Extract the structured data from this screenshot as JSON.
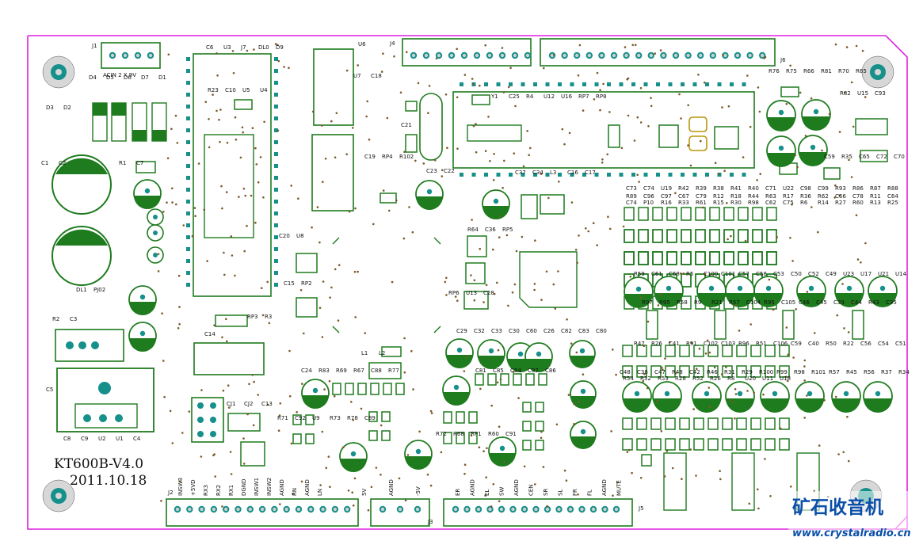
{
  "board": {
    "title": "KT600B-V4.0",
    "date": "2011.10.18",
    "outline_color": "#e020e0",
    "silk_color": "#1e7b1e",
    "pad_color": "#15908a",
    "via_color": "#7a5a2a"
  },
  "watermark": {
    "cn": "矿石收音机",
    "url": "www.crystalradio.cn",
    "color": "#0b4fa8"
  },
  "connectors": {
    "j1_name": "J1",
    "j1_pins": "ACIN  2  X  9V",
    "j2_name": "J2",
    "j2_pins": [
      "INSW3",
      "+5VD",
      "RX3",
      "RX2",
      "RX1",
      "DGND",
      "INSW1",
      "INSW2",
      "AGND",
      "RN",
      "AGND",
      "LN"
    ],
    "j3_name": "J3",
    "j3_pins": [
      "5V",
      "AGND",
      "-5V"
    ],
    "j4_name": "J4",
    "j5_name": "J5",
    "j5_pins": [
      "ER",
      "AGND",
      "EL",
      "SW",
      "AGND",
      "CEN",
      "SR",
      "SL",
      "FR",
      "FL",
      "AGND",
      "MUTE"
    ],
    "j6_name": "J6",
    "j7_name": "J7"
  },
  "labels": [
    "D4",
    "D5",
    "D6",
    "D7",
    "D1",
    "D3",
    "D2",
    "C1",
    "C2",
    "R1",
    "C7",
    "DL1",
    "PJ02",
    "R2",
    "C3",
    "C5",
    "C8",
    "C9",
    "U2",
    "U1",
    "C4",
    "C6",
    "U3",
    "J7",
    "DL0",
    "D9",
    "R23",
    "C10",
    "U5",
    "U4",
    "C14",
    "CJ1",
    "CJ2",
    "C13",
    "U6",
    "U7",
    "C18",
    "C19",
    "RP4",
    "R102",
    "C20",
    "U8",
    "C15",
    "RP2",
    "RP3",
    "R3",
    "L1",
    "L2",
    "C21",
    "C23",
    "C22",
    "Y1",
    "C25",
    "R4",
    "U12",
    "U16",
    "RP7",
    "RP8",
    "C37",
    "C34",
    "L3",
    "C16",
    "C17",
    "R64",
    "C36",
    "RP5",
    "RP6",
    "U13",
    "C28",
    "C29",
    "C32",
    "C33",
    "C30",
    "C60",
    "C26",
    "C82",
    "C83",
    "C80",
    "C81",
    "C85",
    "C84",
    "C87",
    "C86",
    "C24",
    "R83",
    "R69",
    "R67",
    "C88",
    "R77",
    "R71",
    "C92",
    "U9",
    "R73",
    "R78",
    "C89",
    "R72",
    "R68",
    "RP1",
    "R60",
    "C91",
    "R76",
    "R75",
    "R66",
    "R81",
    "R70",
    "R65",
    "R82",
    "U15",
    "C93",
    "C59",
    "R35",
    "C65",
    "C72",
    "C70",
    "C73",
    "C74",
    "U19",
    "R42",
    "R39",
    "R38",
    "R41",
    "R40",
    "C71",
    "U22",
    "C98",
    "C99",
    "R93",
    "R86",
    "R87",
    "R88",
    "R89",
    "C96",
    "C97",
    "C67",
    "C79",
    "R12",
    "R18",
    "R44",
    "R63",
    "R17",
    "R36",
    "R62",
    "C66",
    "C78",
    "R11",
    "C64",
    "C74",
    "P10",
    "R16",
    "R33",
    "R61",
    "R15",
    "R30",
    "R98",
    "C62",
    "C75",
    "R6",
    "R14",
    "R27",
    "R60",
    "R13",
    "R25",
    "R59",
    "C61",
    "C68",
    "R5",
    "C100",
    "C101",
    "C57",
    "C58",
    "C53",
    "C50",
    "C52",
    "C49",
    "U23",
    "U17",
    "U21",
    "U14",
    "R97",
    "R95",
    "R58",
    "R9",
    "R21",
    "R57",
    "C104",
    "R95",
    "C105",
    "C46",
    "C45",
    "C39",
    "C44",
    "R43",
    "C35",
    "R47",
    "R26",
    "C41",
    "R91",
    "C102",
    "C103",
    "R96",
    "R51",
    "C106",
    "C59",
    "C40",
    "R50",
    "R22",
    "C56",
    "C54",
    "C51",
    "C48",
    "C38",
    "C47",
    "R48",
    "C42",
    "R46",
    "R31",
    "R29",
    "R100",
    "R99",
    "R98",
    "R101",
    "R57",
    "R45",
    "R56",
    "R37",
    "R34",
    "R54",
    "R32",
    "R53",
    "R28",
    "R52",
    "R26",
    "R8",
    "U20",
    "U11",
    "U18"
  ]
}
